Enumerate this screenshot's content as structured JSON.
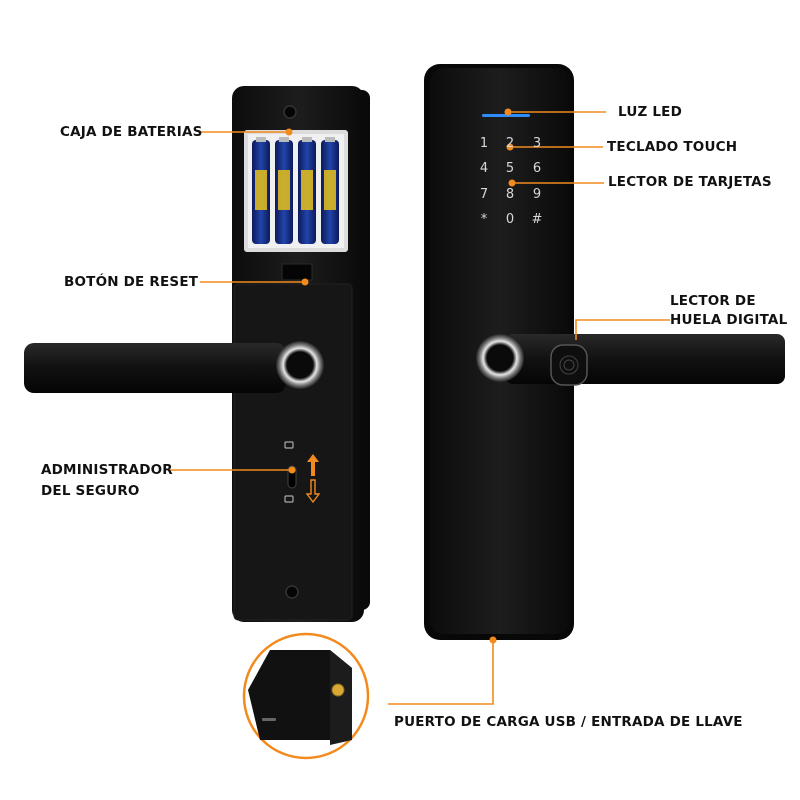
{
  "labels": {
    "battery_box": "CAJA DE BATERIAS",
    "reset_button": "BOTÓN DE RESET",
    "lock_manager_line1": "ADMINISTRADOR",
    "lock_manager_line2": "DEL SEGURO",
    "led_light": "LUZ LED",
    "touch_keypad": "TECLADO TOUCH",
    "card_reader": "LECTOR DE TARJETAS",
    "fingerprint_line1": "LECTOR DE",
    "fingerprint_line2": "HUELA DIGITAL",
    "usb_port": "PUERTO DE CARGA USB / ENTRADA DE LLAVE"
  },
  "keypad": {
    "row1": [
      "1",
      "2",
      "3"
    ],
    "row2": [
      "4",
      "5",
      "6"
    ],
    "row3": [
      "7",
      "8",
      "9"
    ],
    "row4": [
      "*",
      "0",
      "#"
    ]
  },
  "colors": {
    "accent": "#f28a1e",
    "body": "#141414",
    "led": "#2f8cff"
  }
}
